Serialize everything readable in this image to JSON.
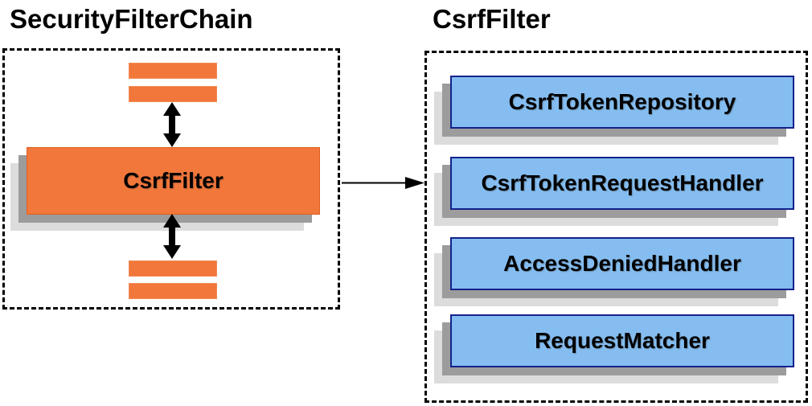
{
  "left_panel": {
    "title": "SecurityFilterChain",
    "filter_box_label": "CsrfFilter",
    "other_filters": [
      "filter-bar",
      "filter-bar",
      "filter-bar",
      "filter-bar"
    ]
  },
  "right_panel": {
    "title": "CsrfFilter",
    "components": [
      {
        "label": "CsrfTokenRepository"
      },
      {
        "label": "CsrfTokenRequestHandler"
      },
      {
        "label": "AccessDeniedHandler"
      },
      {
        "label": "RequestMatcher"
      }
    ]
  },
  "icons": {
    "double_vertical_arrow": "↕",
    "arrow_right": "→"
  },
  "colors": {
    "orange_fill": "#F2773B",
    "orange_border": "#DE5F21",
    "blue_fill": "#85BDF0",
    "blue_border": "#15228B",
    "shadow_dark": "#9C9C9C",
    "shadow_light": "#DCDCDC",
    "dashed_border": "#000000",
    "arrow": "#000000",
    "text": "#000000"
  }
}
